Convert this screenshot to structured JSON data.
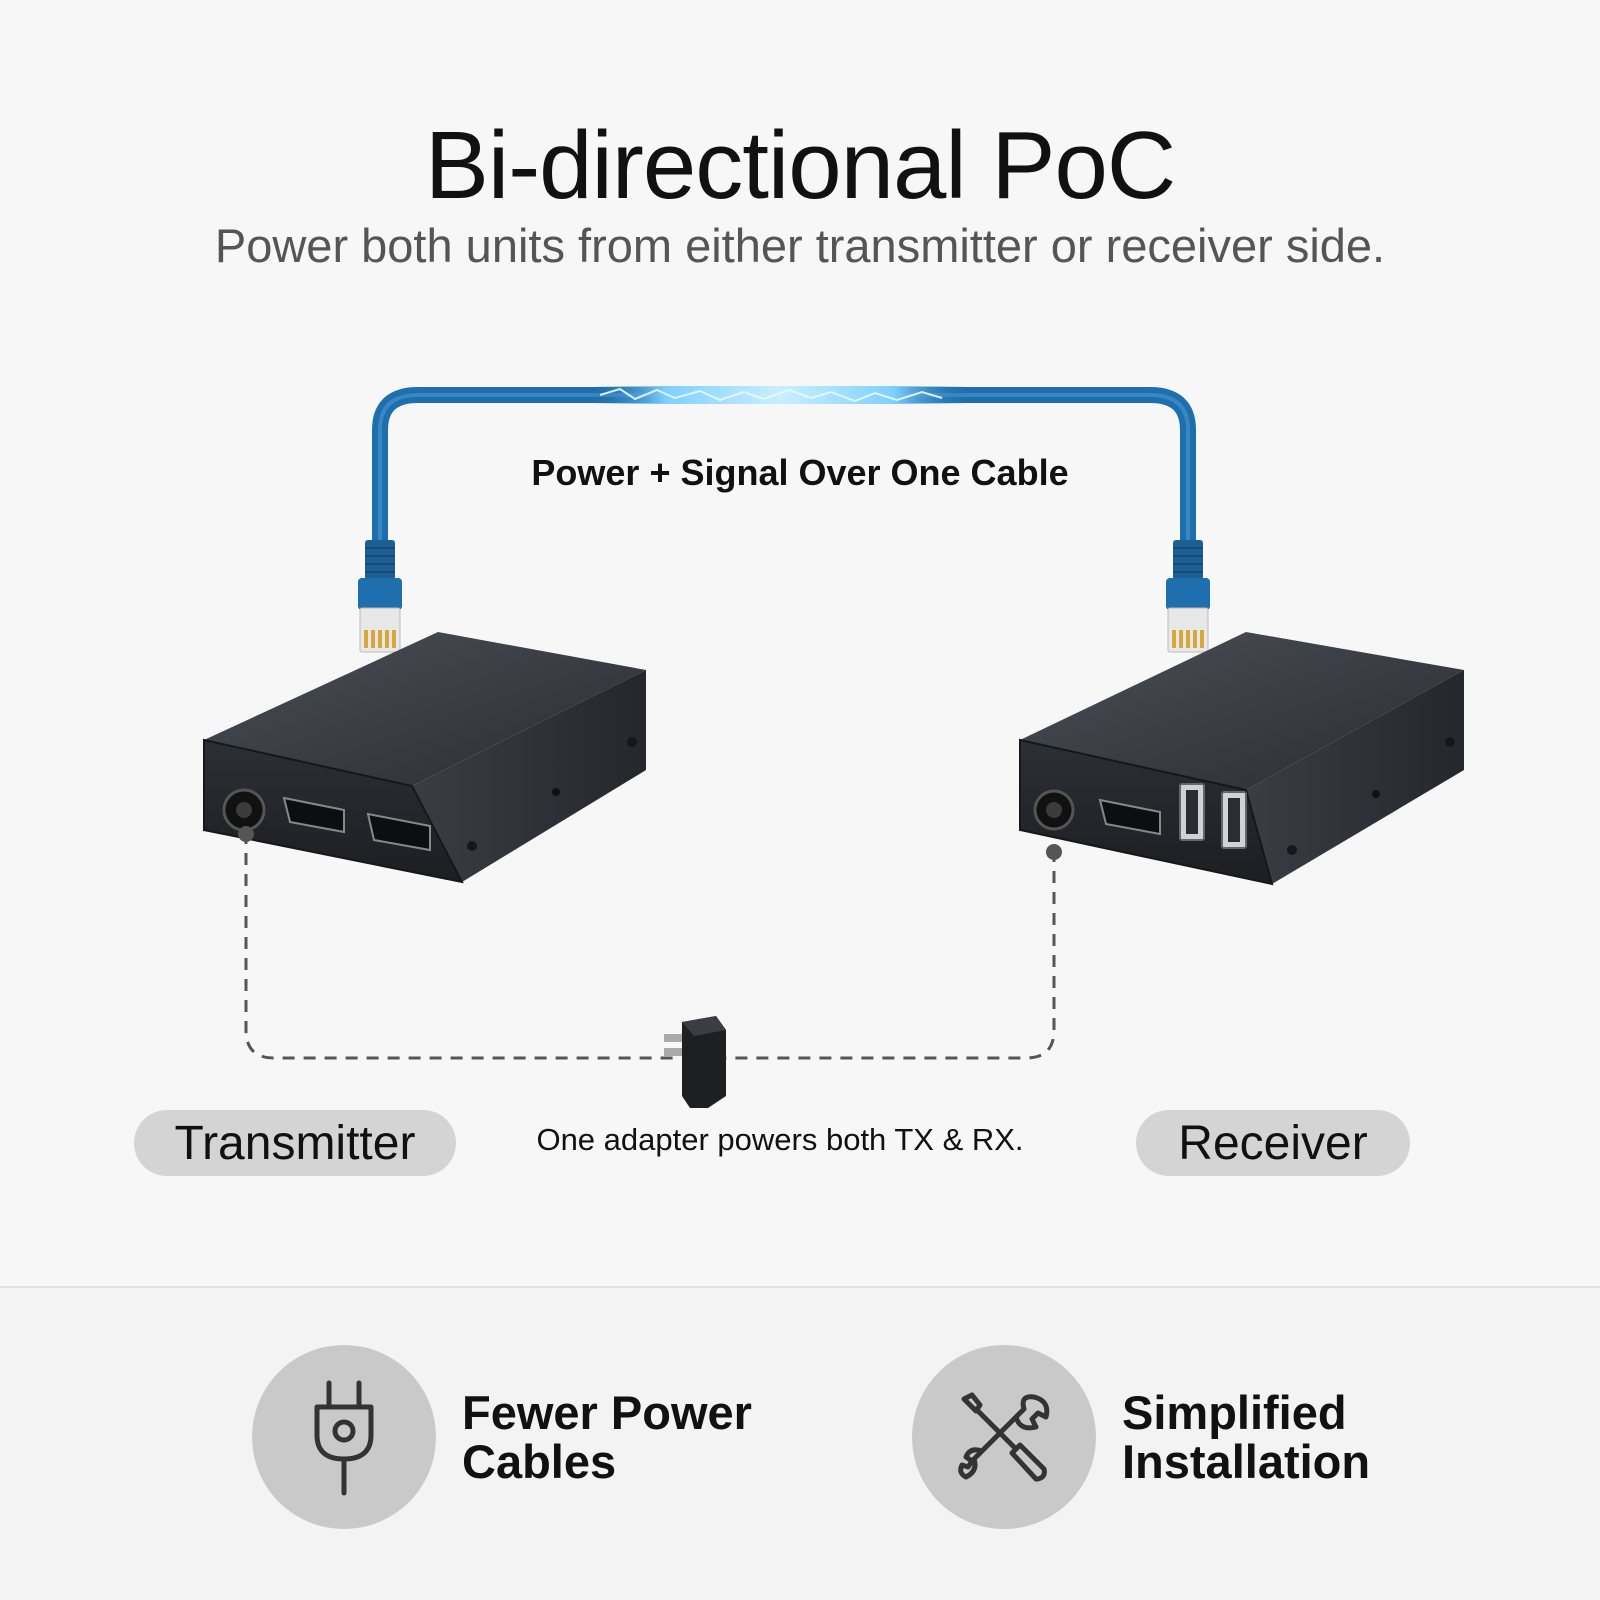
{
  "header": {
    "title": "Bi-directional PoC",
    "subtitle": "Power both units from either  transmitter or receiver side."
  },
  "diagram": {
    "cable_label": "Power + Signal Over One Cable",
    "transmitter_label": "Transmitter",
    "receiver_label": "Receiver",
    "adapter_caption": "One adapter powers both TX & RX.",
    "cable_color": "#1f6fae",
    "device_color": "#2f3238"
  },
  "features": [
    {
      "icon": "power-plug-icon",
      "line1": "Fewer Power",
      "line2": "Cables"
    },
    {
      "icon": "tools-icon",
      "line1": "Simplified",
      "line2": "Installation"
    }
  ]
}
